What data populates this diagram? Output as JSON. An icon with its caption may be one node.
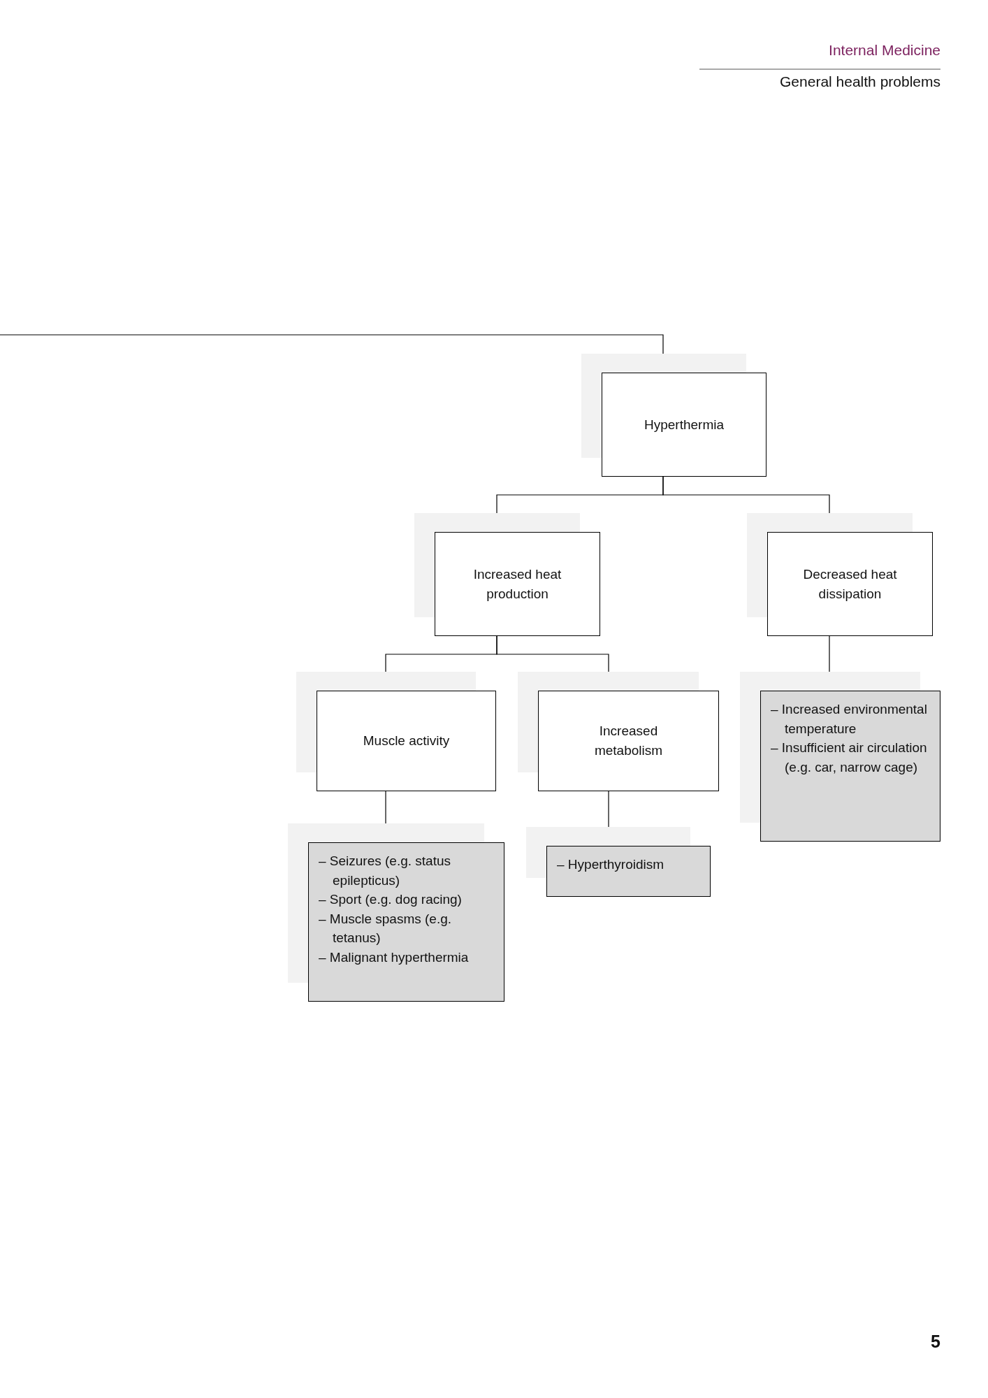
{
  "diagram": {
    "nodes": [
      {
        "text": [
          "Hyperthermia"
        ]
      },
      {
        "text": [
          "Increased heat production"
        ]
      },
      {
        "text": [
          "Decreased heat dissipation"
        ]
      },
      {
        "text": [
          "Muscle activity"
        ]
      },
      {
        "text": [
          "Increased metabolism"
        ]
      },
      {
        "text": [
          "– Increased environmental temperature",
          "– Insufficient air circulation (e.g. car, narrow cage)"
        ]
      },
      {
        "text": [
          "– Seizures (e.g. status epilepticus)",
          "– Sport (e.g. dog racing)",
          "– Muscle spasms (e.g. tetanus)",
          "– Malignant hyperthermia"
        ]
      },
      {
        "text": [
          "– Hyperthyroidism"
        ]
      }
    ],
    "edges": [
      {
        "from": null,
        "to": 0,
        "arrow": "none"
      },
      {
        "from": 0,
        "to": 1,
        "arrow": "none"
      },
      {
        "from": 0,
        "to": 2,
        "arrow": "none"
      },
      {
        "from": 1,
        "to": 3,
        "arrow": "none"
      },
      {
        "from": 1,
        "to": 4,
        "arrow": "none"
      },
      {
        "from": 2,
        "to": 5,
        "arrow": "none"
      },
      {
        "from": 3,
        "to": 6,
        "arrow": "none"
      },
      {
        "from": 4,
        "to": 7,
        "arrow": "none"
      }
    ],
    "labels": [
      "Internal Medicine",
      "General health problems",
      "5"
    ]
  }
}
